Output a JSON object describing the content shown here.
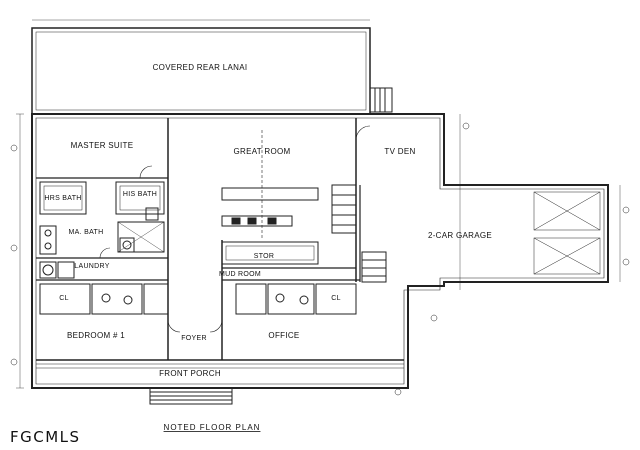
{
  "plan": {
    "title": "NOTED FLOOR PLAN",
    "rooms": {
      "lanai": "COVERED REAR LANAI",
      "master_suite": "MASTER SUITE",
      "great_room": "GREAT ROOM",
      "tv_den": "TV DEN",
      "hrs_bath": "HRS BATH",
      "his_bath": "HIS BATH",
      "ma_bath": "MA. BATH",
      "laundry": "LAUNDRY",
      "stor": "STOR",
      "mud_room": "MUD ROOM",
      "garage": "2-CAR GARAGE",
      "cl_left": "CL",
      "cl_right": "CL",
      "bedroom": "BEDROOM # 1",
      "foyer": "FOYER",
      "office": "OFFICE",
      "front_porch": "FRONT PORCH"
    }
  },
  "watermark": "FGCMLS"
}
